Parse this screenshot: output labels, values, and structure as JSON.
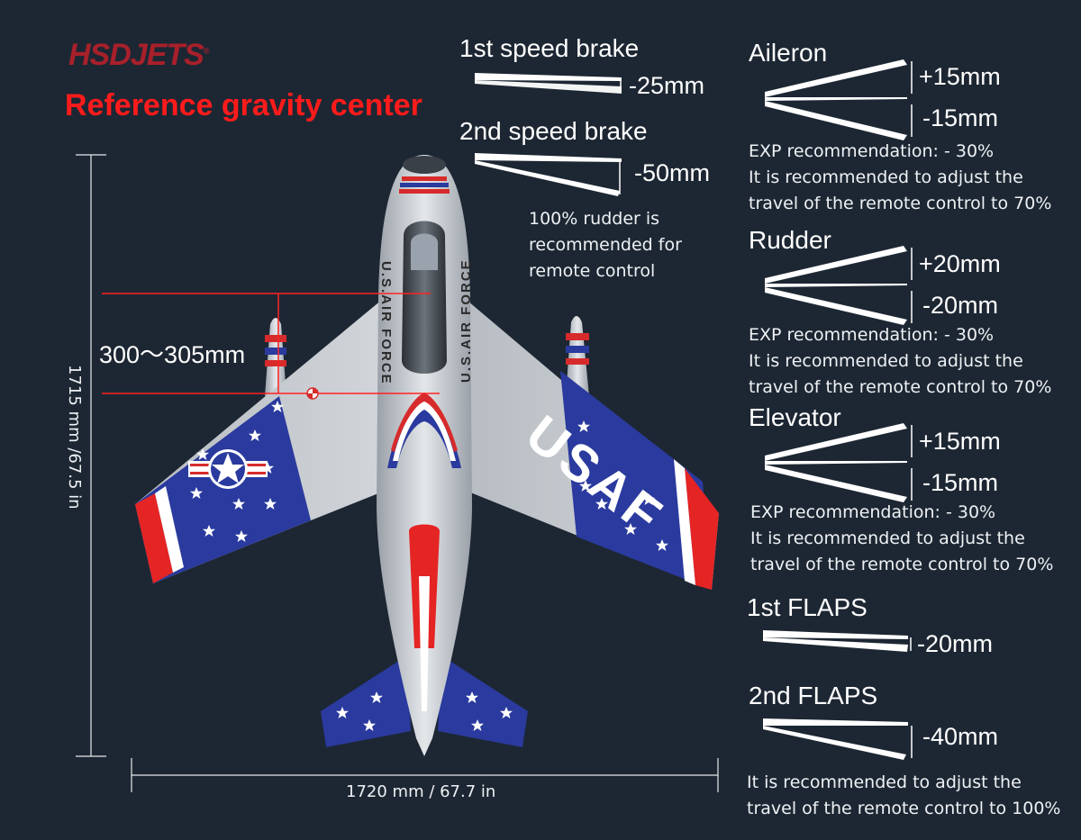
{
  "brand": {
    "logo": "HSDJETS",
    "trademark": "®"
  },
  "title": "Reference gravity center",
  "cg_range": "300～305mm",
  "dimensions": {
    "length": "1715 mm /67.5 in",
    "wingspan": "1720 mm / 67.7 in"
  },
  "aircraft_markings": {
    "wing": "USAF",
    "fuselage_left": "U.S.AIR FORCE",
    "fuselage_right": "U.S.AIR FORCE"
  },
  "speed_brakes": [
    {
      "label": "1st speed brake",
      "travel": "-25mm"
    },
    {
      "label": "2nd speed brake",
      "travel": "-50mm"
    }
  ],
  "rudder_note": [
    "100% rudder is",
    "recommended for",
    "remote control"
  ],
  "controls": [
    {
      "label": "Aileron",
      "up": "+15mm",
      "down": "-15mm",
      "exp": "EXP recommendation: - 30%",
      "note1": "It is recommended to adjust the",
      "note2": "travel of the remote control to 70%"
    },
    {
      "label": "Rudder",
      "up": "+20mm",
      "down": "-20mm",
      "exp": "EXP recommendation: - 30%",
      "note1": "It is recommended to adjust the",
      "note2": "travel of the remote control to 70%"
    },
    {
      "label": "Elevator",
      "up": "+15mm",
      "down": "-15mm",
      "exp": "EXP recommendation: - 30%",
      "note1": "It is recommended to adjust the",
      "note2": "travel of the remote control to 70%"
    }
  ],
  "flaps": [
    {
      "label": "1st FLAPS",
      "travel": "-20mm"
    },
    {
      "label": "2nd FLAPS",
      "travel": "-40mm",
      "note1": "It is recommended to adjust the",
      "note2": "travel of the remote control to 100%"
    }
  ],
  "colors": {
    "background": "#1d2733",
    "accent_red": "#ff1b1b",
    "logo_red": "#a8202b",
    "usaf_blue": "#2a3a9e",
    "silver": "#c6cbd1"
  }
}
